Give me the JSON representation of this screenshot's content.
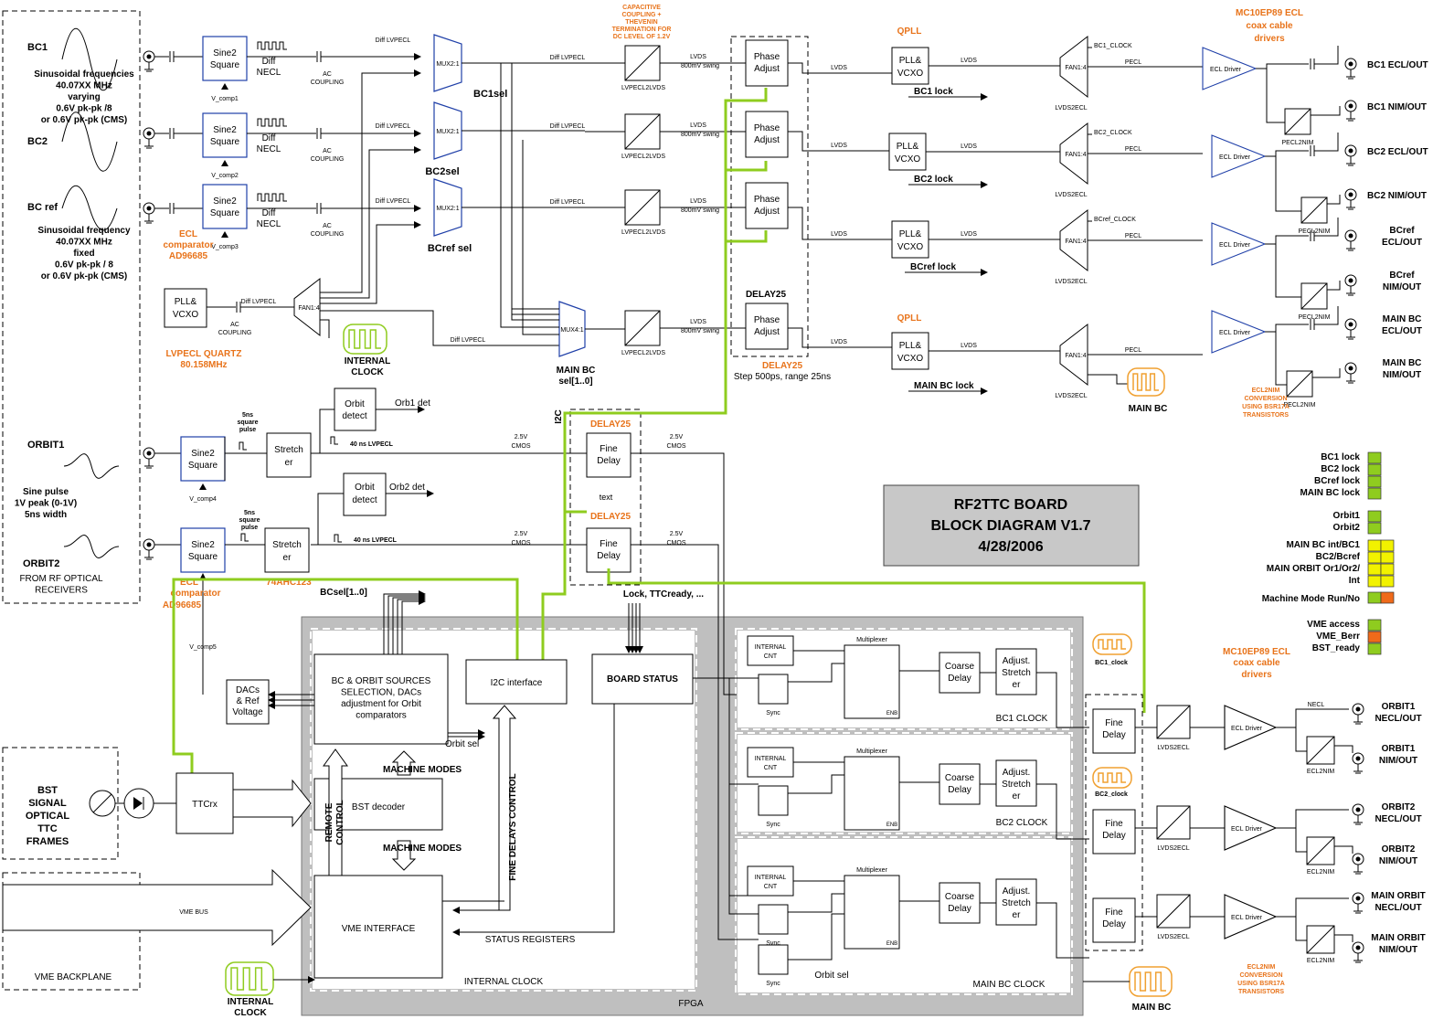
{
  "inputs": {
    "bc1": "BC1",
    "bc2": "BC2",
    "bcref": "BC ref",
    "sin_var": [
      "Sinusoidal frequencies",
      "40.07XX MHz",
      "varying",
      "0.6V pk-pk /8",
      "or 0.6V pk-pk (CMS)"
    ],
    "sin_fix": [
      "Sinusoidal frequency",
      "40.07XX MHz",
      "fixed",
      "0.6V pk-pk / 8",
      "or 0.6V pk-pk (CMS)"
    ],
    "orbit1": "ORBIT1",
    "orbit2": "ORBIT2",
    "sine_pulse": [
      "Sine pulse",
      "1V peak (0-1V)",
      "5ns width"
    ],
    "from_rf": [
      "FROM RF OPTICAL",
      "RECEIVERS"
    ],
    "bst_signal": [
      "BST",
      "SIGNAL",
      "OPTICAL",
      "TTC",
      "FRAMES"
    ],
    "vme_bus": "VME BUS",
    "vme_backplane": "VME BACKPLANE"
  },
  "blocks": {
    "sine2square": [
      "Sine2",
      "Square"
    ],
    "vcomp": [
      "V_comp1",
      "V_comp2",
      "V_comp3",
      "V_comp4",
      "V_comp5"
    ],
    "diff_necl": [
      "Diff",
      "NECL"
    ],
    "ac_coupling": [
      "AC",
      "COUPLING"
    ],
    "diff_lvpecl": "Diff LVPECL",
    "mux21": "MUX2:1",
    "mux41": "MUX4:1",
    "bc1sel": "BC1sel",
    "bc2sel": "BC2sel",
    "bcrefsel": "BCref sel",
    "mainbcsel": [
      "MAIN BC",
      "sel[1..0]"
    ],
    "lvpecl2lvds": "LVPECL2LVDS",
    "lvds": "LVDS",
    "swing": "800mV swing",
    "phase_adjust": [
      "Phase",
      "Adjust"
    ],
    "delay25": "DELAY25",
    "delay25_step": "Step 500ps, range 25ns",
    "pll_vcxo": [
      "PLL&",
      "VCXO"
    ],
    "qpll": "QPLL",
    "bc1lock": "BC1 lock",
    "bc2lock": "BC2 lock",
    "bcreflock": "BCref lock",
    "mainbclock": "MAIN BC lock",
    "fan14": "FAN1:4",
    "lvds2ecl": "LVDS2ECL",
    "bc1_clock": "BC1_CLOCK",
    "bc2_clock": "BC2_CLOCK",
    "bcref_clock": "BCref_CLOCK",
    "pecl": "PECL",
    "ecl_driver": "ECL Driver",
    "pecl2nim": "PECL2NIM",
    "ecl2nim": "ECL2NIM",
    "necl": "NECL",
    "ecl_comp": [
      "ECL",
      "comparator",
      "AD96685"
    ],
    "lvpecl_quartz": [
      "LVPECL QUARTZ",
      "80.158MHz"
    ],
    "internal_clock": [
      "INTERNAL",
      "CLOCK"
    ],
    "capacitive": [
      "CAPACITIVE",
      "COUPLING +",
      "THEVENIN",
      "TERMINATION FOR",
      "DC LEVEL OF 1.2V"
    ],
    "mc10ep89": [
      "MC10EP89 ECL",
      "coax cable",
      "drivers"
    ],
    "ecl2nim_conv": [
      "ECL2NIM",
      "CONVERSION",
      "USING BSR17A",
      "TRANSISTORS"
    ],
    "stretcher": [
      "Stretch",
      "er"
    ],
    "ns5_pulse": [
      "5ns",
      "square",
      "pulse"
    ],
    "ns40": "40 ns LVPECL",
    "orbit_detect": [
      "Orbit",
      "detect"
    ],
    "orb1det": "Orb1 det",
    "orb2det": "Orb2 det",
    "i2c": "I2C",
    "v25cmos": [
      "2.5V",
      "CMOS"
    ],
    "fine_delay": [
      "Fine",
      "Delay"
    ],
    "text": "text",
    "ahc": "74AHC123",
    "dacs": [
      "DACs",
      "& Ref",
      "Voltage"
    ],
    "ttcrx": "TTCrx",
    "bcsel10": "BCsel[1..0]",
    "lock_ttcready": "Lock, TTCready, ...",
    "bc_orbit_src": [
      "BC & ORBIT SOURCES",
      "SELECTION, DACs",
      "adjustment for Orbit",
      "comparators"
    ],
    "orbit_sel": "Orbit sel",
    "i2c_interface": "I2C interface",
    "board_status": "BOARD STATUS",
    "machine_modes": "MACHINE MODES",
    "remote_control": [
      "REMOTE",
      "CONTROL"
    ],
    "bst_decoder": "BST decoder",
    "fine_delays_control": "FINE DELAYS CONTROL",
    "vme_interface": "VME INTERFACE",
    "status_registers": "STATUS REGISTERS",
    "fpga_internal_clock": "INTERNAL CLOCK",
    "fpga": "FPGA",
    "internal_cnt": [
      "INTERNAL",
      "CNT"
    ],
    "multiplexer": "Multiplexer",
    "sync": "Sync",
    "coarse_delay": [
      "Coarse",
      "Delay"
    ],
    "adj_stretcher": [
      "Adjust.",
      "Stretch",
      "er"
    ],
    "bc1_clock_lbl": "BC1 CLOCK",
    "bc2_clock_lbl": "BC2 CLOCK",
    "mainbc_clock_lbl": "MAIN BC CLOCK",
    "bc1_clock_osc": "BC1_clock",
    "bc2_clock_osc": "BC2_clock",
    "main_bc": "MAIN BC",
    "enb": "ENB"
  },
  "outputs": {
    "bc1_ecl": "BC1 ECL/OUT",
    "bc1_nim": "BC1 NIM/OUT",
    "bc2_ecl": "BC2 ECL/OUT",
    "bc2_nim": "BC2 NIM/OUT",
    "bcref_ecl": [
      "BCref",
      "ECL/OUT"
    ],
    "bcref_nim": [
      "BCref",
      "NIM/OUT"
    ],
    "mainbc_ecl": [
      "MAIN BC",
      "ECL/OUT"
    ],
    "mainbc_nim": [
      "MAIN BC",
      "NIM/OUT"
    ],
    "orbit1_necl": [
      "ORBIT1",
      "NECL/OUT"
    ],
    "orbit1_nim": [
      "ORBIT1",
      "NIM/OUT"
    ],
    "orbit2_necl": [
      "ORBIT2",
      "NECL/OUT"
    ],
    "orbit2_nim": [
      "ORBIT2",
      "NIM/OUT"
    ],
    "mainorbit_necl": [
      "MAIN ORBIT",
      "NECL/OUT"
    ],
    "mainorbit_nim": [
      "MAIN ORBIT",
      "NIM/OUT"
    ]
  },
  "title_box": [
    "RF2TTC BOARD",
    "BLOCK DIAGRAM V1.7",
    "4/28/2006"
  ],
  "leds": {
    "locks": [
      "BC1 lock",
      "BC2 lock",
      "BCref lock",
      "MAIN BC lock"
    ],
    "orbits": [
      "Orbit1",
      "Orbit2"
    ],
    "sources": [
      "MAIN BC int/BC1",
      "BC2/Bcref",
      "MAIN ORBIT Or1/Or2/",
      "Int"
    ],
    "machine_mode": "Machine Mode Run/No",
    "vme": [
      "VME access",
      "VME_Berr",
      "BST_ready"
    ]
  },
  "colors": {
    "green": "#8fcc1f",
    "yellow": "#f2f200",
    "orange_led": "#ef6a1a",
    "orange_text": "#e8731a",
    "blue": "#1f3fa8",
    "fpga_gray": "#bfbfbf",
    "title_gray": "#c8c8c8"
  }
}
